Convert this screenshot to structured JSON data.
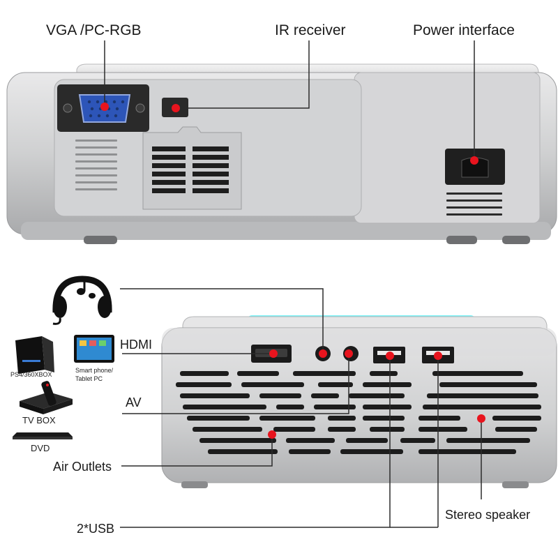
{
  "top_labels": {
    "vga": "VGA /PC-RGB",
    "ir": "IR receiver",
    "power": "Power interface"
  },
  "bottom_labels": {
    "hdmi": "HDMI",
    "av": "AV",
    "air_outlets": "Air Outlets",
    "usb": "2*USB",
    "stereo": "Stereo speaker"
  },
  "devices": {
    "ps4": "PS4/360XBOX",
    "phone_line1": "Smart phone/",
    "phone_line2": "Tablet PC",
    "tvbox": "TV BOX",
    "dvd": "DVD"
  },
  "colors": {
    "marker": "#e8141e",
    "leader": "#2b2b2b",
    "body": "#c9cacc",
    "panel_dark": "#2a2a2a",
    "vga_port": "#2d55b8",
    "cyan_glow": "#33d6e6"
  }
}
